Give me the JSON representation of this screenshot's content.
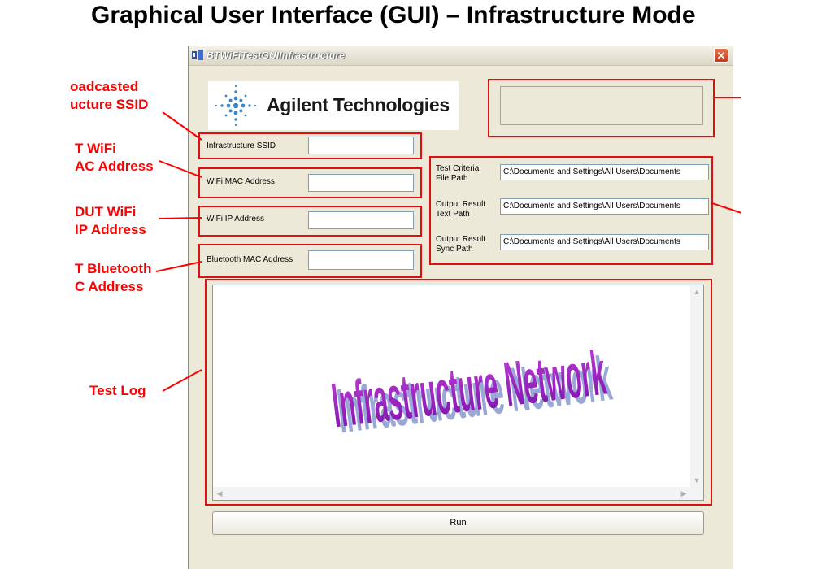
{
  "slide_title": "Graphical User Interface (GUI) – Infrastructure Mode",
  "callouts": {
    "broadcast_ssid": "oadcasted\nucture SSID",
    "wifi_mac": "T WiFi\nAC Address",
    "wifi_ip": "DUT WiFi\nIP Address",
    "bt_mac": "T Bluetooth\nC Address",
    "test_log": "Test Log"
  },
  "window": {
    "title": "BTWiFiTestGUIInfrastructure",
    "close_glyph": "✕",
    "logo_text": "Agilent Technologies",
    "fields": {
      "ssid_label": "Infrastructure SSID",
      "wifi_mac_label": "WiFi MAC Address",
      "wifi_ip_label": "WiFi IP Address",
      "bt_mac_label": "Bluetooth MAC Address"
    },
    "paths": [
      {
        "label1": "Test Criteria",
        "label2": "File Path",
        "value": "C:\\Documents and Settings\\All Users\\Documents"
      },
      {
        "label1": "Output Result",
        "label2": "Text Path",
        "value": "C:\\Documents and Settings\\All Users\\Documents"
      },
      {
        "label1": "Output Result",
        "label2": "Sync Path",
        "value": "C:\\Documents and Settings\\All Users\\Documents"
      }
    ],
    "log_art_text": "Infrastructure Network",
    "run_label": "Run"
  },
  "colors": {
    "callout_red": "#ff0000",
    "wordart_fill": "#a020c0",
    "wordart_shadow": "#9aa8d8"
  }
}
